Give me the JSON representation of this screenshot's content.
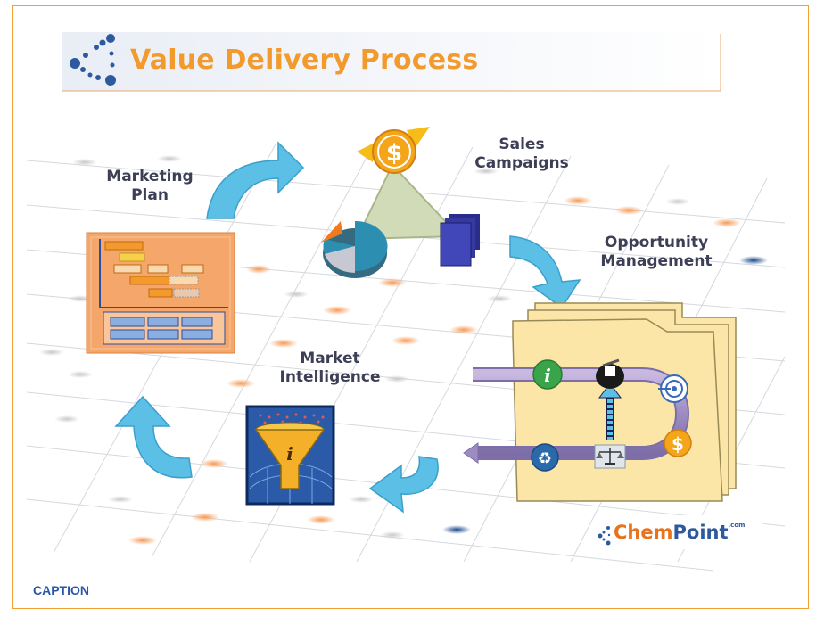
{
  "title": "Value Delivery Process",
  "labels": {
    "marketing_plan": [
      "Marketing",
      "Plan"
    ],
    "sales_campaigns": [
      "Sales",
      "Campaigns"
    ],
    "opportunity_management": [
      "Opportunity",
      "Management"
    ],
    "market_intelligence": [
      "Market",
      "Intelligence"
    ]
  },
  "logo": {
    "part1": "Chem",
    "part2": "Point",
    "suffix": ".com"
  },
  "caption": "CAPTION",
  "colors": {
    "frame": "#f0a030",
    "title": "#f39a2c",
    "label": "#3c3f55",
    "arrow": "#5bbfe6",
    "caption": "#2a56a8"
  },
  "icons": [
    "logo-dots-icon",
    "dollar-coin-icon",
    "pie-chart-icon",
    "stacked-documents-icon",
    "gantt-chart-icon",
    "funnel-info-icon",
    "folder-icon",
    "info-icon",
    "mortar-pestle-icon",
    "target-icon",
    "dollar-icon",
    "recycle-icon",
    "scales-icon"
  ]
}
